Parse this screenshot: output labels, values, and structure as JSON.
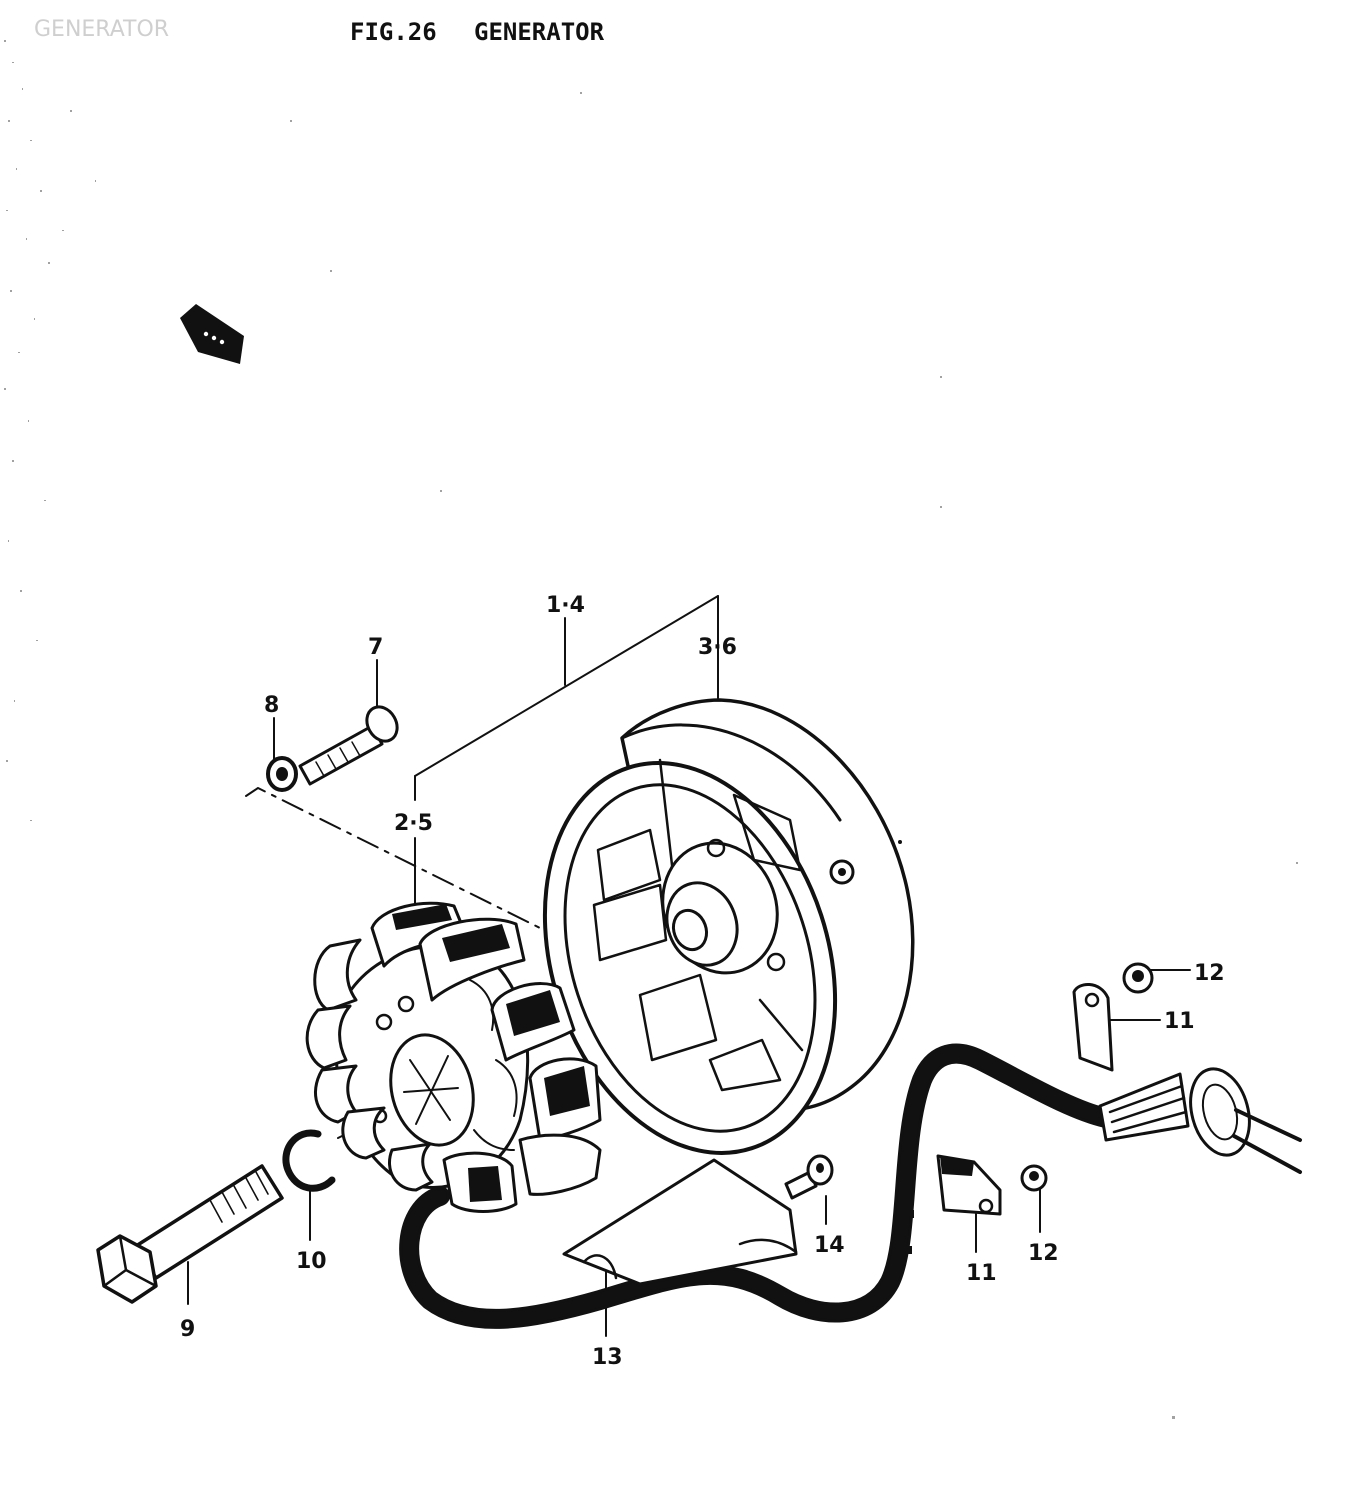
{
  "header": {
    "ghost_text": "GENERATOR",
    "figure_number": "FIG.26",
    "figure_title": "GENERATOR"
  },
  "callouts": {
    "c_1_4": "1·4",
    "c_3_6": "3·6",
    "c_2_5": "2·5",
    "c_7": "7",
    "c_8": "8",
    "c_9": "9",
    "c_10": "10",
    "c_11a": "11",
    "c_11b": "11",
    "c_12a": "12",
    "c_12b": "12",
    "c_13": "13",
    "c_14": "14"
  },
  "icons": {
    "front_marker": "arrow-marker-icon"
  },
  "colors": {
    "ink": "#111111",
    "paper": "#ffffff"
  }
}
